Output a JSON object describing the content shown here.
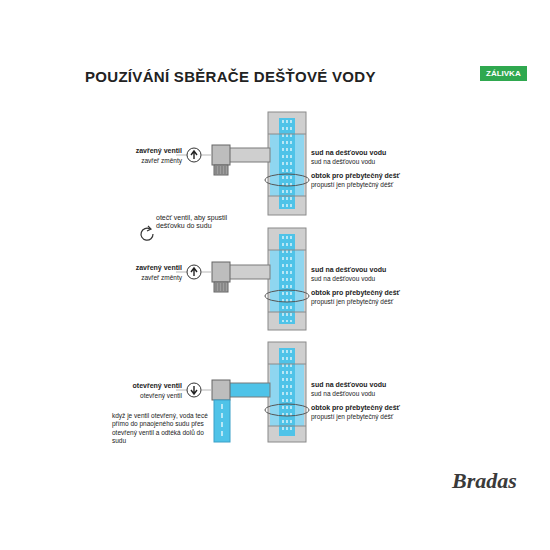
{
  "diagram": {
    "title": "POUZÍVÁNÍ SBĚRAČE DEŠŤOVÉ VODY",
    "nodes": [
      {
        "text": [
          "ZÁLIVKA"
        ]
      }
    ],
    "labels": [
      "zavřený ventil",
      "zavřeř změnty",
      "sud na dešťovou vodu",
      "sud na dešťovou vodu",
      "obtok pro přebytečný dešť",
      "propustí jen přebytečný déšť",
      "otečť ventil, aby spustil dešťovku do sudu",
      "zavřený ventil",
      "zavřeř změnty",
      "sud na dešťovou vodu",
      "sud na dešťovou vodu",
      "obtok pro přebytečný dešť",
      "propustí jen přebytečný déšť",
      "otevřený ventil",
      "otevřený ventil",
      "když je ventil otevřený, voda tecé přímo do pnaojeného sudu přes otevřený ventil a odtéká dolů do sudu",
      "sud na dešťovou vodu",
      "sud na dešťovou vodu",
      "obtok pro přebytečný dešť",
      "propustí jen přebytečný déšť",
      "Bradas"
    ]
  }
}
